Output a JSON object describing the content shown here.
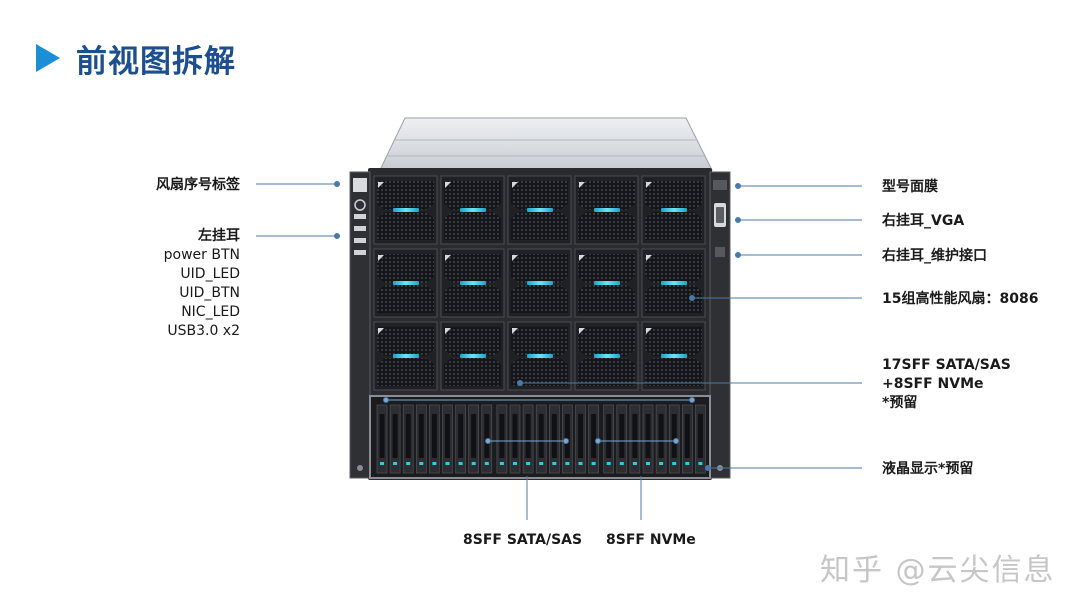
{
  "title": "前视图拆解",
  "labels": {
    "fan_serial_label": "风扇序号标签",
    "left_ear": {
      "title": "左挂耳",
      "items": [
        "power BTN",
        "UID_LED",
        "UID_BTN",
        "NIC_LED",
        "USB3.0 x2"
      ]
    },
    "model_panel": "型号面膜",
    "right_ear_vga": "右挂耳_VGA",
    "right_ear_maint": "右挂耳_维护接口",
    "fans": "15组高性能风扇：8086",
    "drives": [
      "17SFF SATA/SAS",
      "+8SFF NVMe",
      "*预留"
    ],
    "lcd": "液晶显示*预留",
    "bay_sata": "8SFF SATA/SAS",
    "bay_nvme": "8SFF NVMe"
  },
  "watermark": "知乎 @云尖信息",
  "colors": {
    "accent": "#1a8fd8",
    "title": "#1d4f8f",
    "leader_line": "#4a79a8",
    "led": "#35c8e6",
    "chassis": "#2a2b2f"
  }
}
